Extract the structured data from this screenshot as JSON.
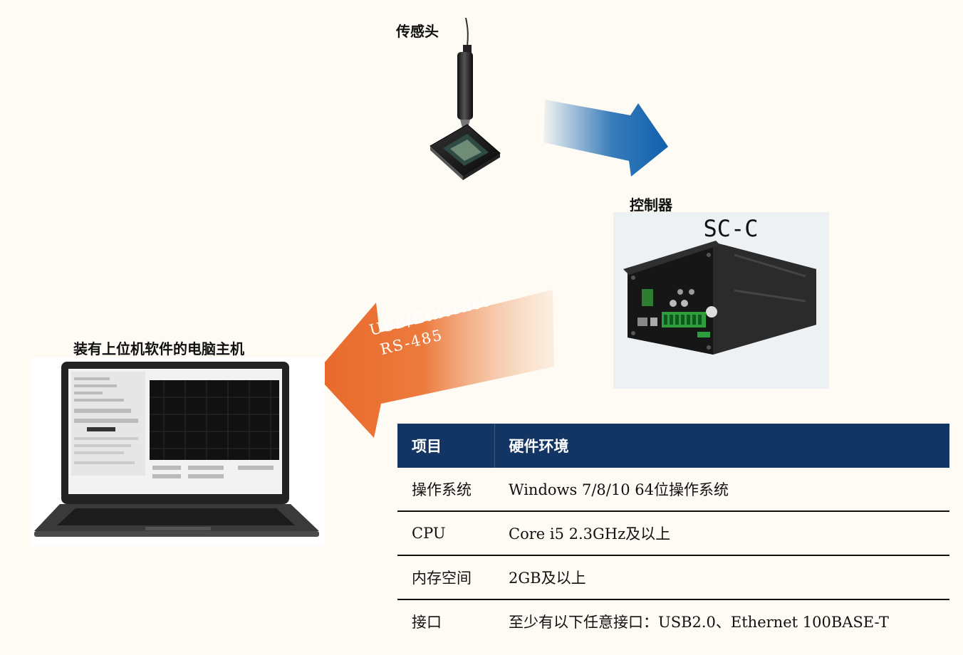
{
  "labels": {
    "sensor": "传感头",
    "controller": "控制器",
    "model": "SC-C",
    "pc": "装有上位机软件的电脑主机"
  },
  "interface": {
    "line1": "USB/Ethernet",
    "line2": "RS-485"
  },
  "table": {
    "header": [
      "项目",
      "硬件环境"
    ],
    "rows": [
      {
        "key": "操作系统",
        "value": "Windows 7/8/10 64位操作系统"
      },
      {
        "key": "CPU",
        "value": "Core i5 2.3GHz及以上"
      },
      {
        "key": "内存空间",
        "value": "2GB及以上"
      },
      {
        "key": "接口",
        "value": "至少有以下任意接口：USB2.0、Ethernet 100BASE-T"
      }
    ]
  },
  "colors": {
    "header_bg": "#123563",
    "arrow_blue": "#1565b0",
    "arrow_orange": "#e8692a"
  }
}
